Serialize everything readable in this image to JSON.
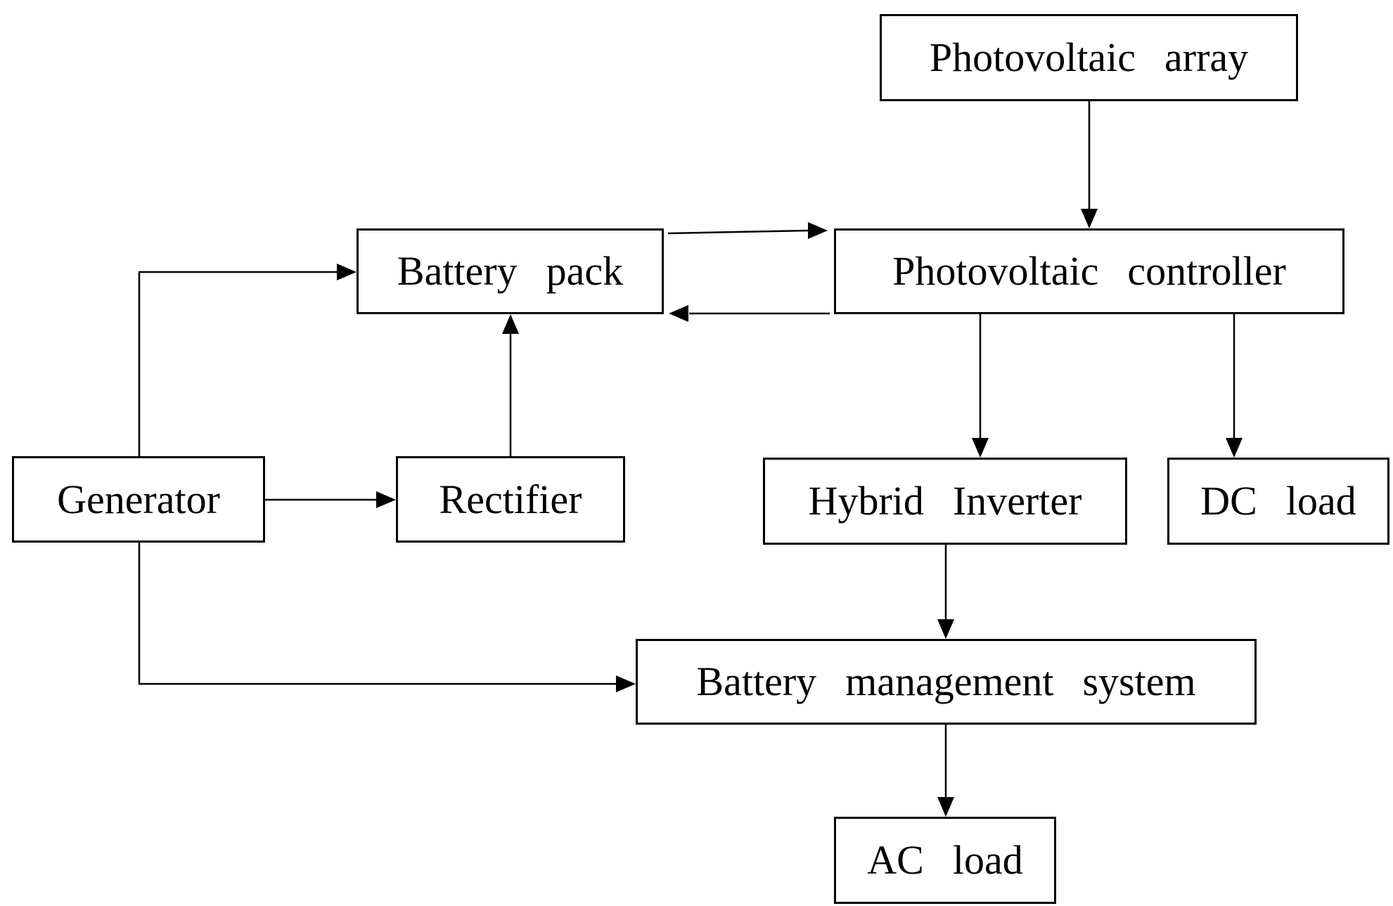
{
  "diagram": {
    "nodes": {
      "pv_array": "Photovoltaic  array",
      "pv_controller": "Photovoltaic  controller",
      "battery_pack": "Battery  pack",
      "generator": "Generator",
      "rectifier": "Rectifier",
      "hybrid_inverter": "Hybrid  Inverter",
      "dc_load": "DC  load",
      "bms": "Battery  management  system",
      "ac_load": "AC  load"
    },
    "edges": [
      {
        "from": "Photovoltaic  array",
        "to": "Photovoltaic  controller"
      },
      {
        "from": "Battery  pack",
        "to": "Photovoltaic  controller"
      },
      {
        "from": "Photovoltaic  controller",
        "to": "Battery  pack"
      },
      {
        "from": "Generator",
        "to": "Battery  pack"
      },
      {
        "from": "Generator",
        "to": "Rectifier"
      },
      {
        "from": "Rectifier",
        "to": "Battery  pack"
      },
      {
        "from": "Generator",
        "to": "Battery  management  system"
      },
      {
        "from": "Photovoltaic  controller",
        "to": "Hybrid  Inverter"
      },
      {
        "from": "Photovoltaic  controller",
        "to": "DC  load"
      },
      {
        "from": "Hybrid  Inverter",
        "to": "Battery  management  system"
      },
      {
        "from": "Battery  management  system",
        "to": "AC  load"
      }
    ]
  }
}
